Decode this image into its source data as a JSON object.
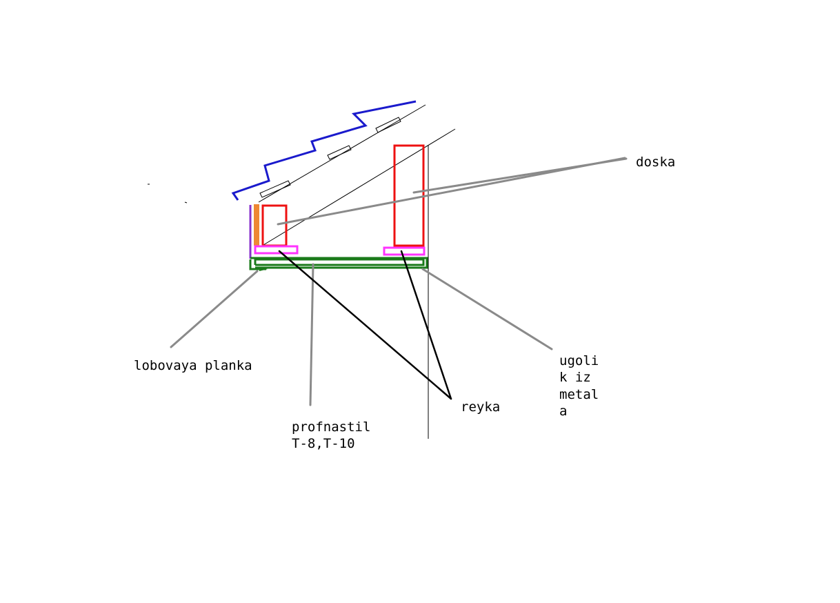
{
  "labels": {
    "doska": "doska",
    "lobovaya": "lobovaya planka",
    "profnastil_line1": "profnastil",
    "profnastil_line2": "T-8,T-10",
    "reyka": "reyka",
    "ugolik_line1": "ugoli",
    "ugolik_line2": "k iz",
    "ugolik_line3": "metal",
    "ugolik_line4": "a"
  },
  "colors": {
    "roof_zigzag": "#1a1acc",
    "board": "#ee1111",
    "batten": "#ff33ff",
    "profnastil": "#1a7a1a",
    "fascia": "#8833cc",
    "insulation": "#ee8833",
    "leader_gray": "#8a8a8a",
    "leader_black": "#000000",
    "line_thin": "#000000"
  }
}
